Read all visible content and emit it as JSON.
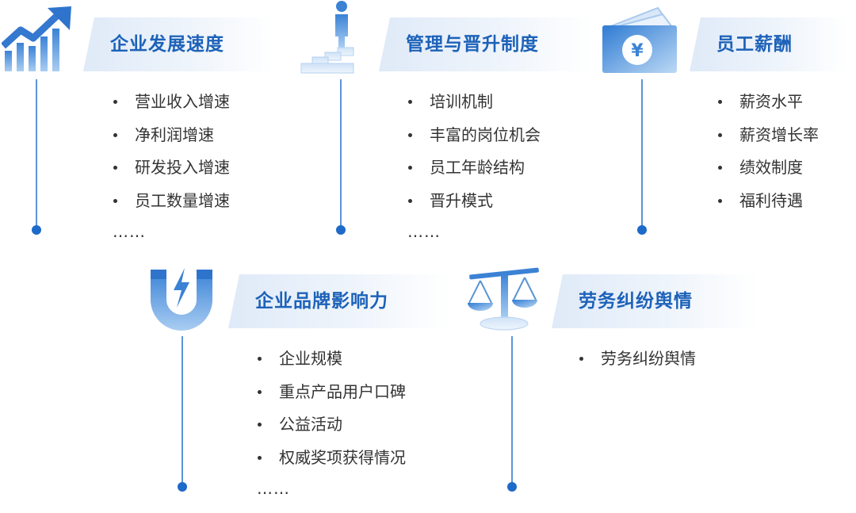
{
  "colors": {
    "accent": "#1d62b8",
    "line": "#5b95d6",
    "dot": "#1d6ac9",
    "icon_dark": "#3d84d6",
    "icon_light": "#b4d3f2"
  },
  "ellipsis_text": "……",
  "sections": [
    {
      "icon": "growth-chart-icon",
      "title": "企业发展速度",
      "items": [
        "营业收入增速",
        "净利润增速",
        "研发投入增速",
        "员工数量增速"
      ],
      "has_ellipsis": true
    },
    {
      "icon": "career-stairs-icon",
      "title": "管理与晋升制度",
      "items": [
        "培训机制",
        "丰富的岗位机会",
        "员工年龄结构",
        "晋升模式"
      ],
      "has_ellipsis": true
    },
    {
      "icon": "salary-envelope-icon",
      "title": "员工薪酬",
      "items": [
        "薪资水平",
        "薪资增长率",
        "绩效制度",
        "福利待遇"
      ],
      "has_ellipsis": false
    },
    {
      "icon": "magnet-icon",
      "title": "企业品牌影响力",
      "items": [
        "企业规模",
        "重点产品用户口碑",
        "公益活动",
        "权威奖项获得情况"
      ],
      "has_ellipsis": true
    },
    {
      "icon": "balance-scale-icon",
      "title": "劳务纠纷舆情",
      "items": [
        "劳务纠纷舆情"
      ],
      "has_ellipsis": false
    }
  ]
}
